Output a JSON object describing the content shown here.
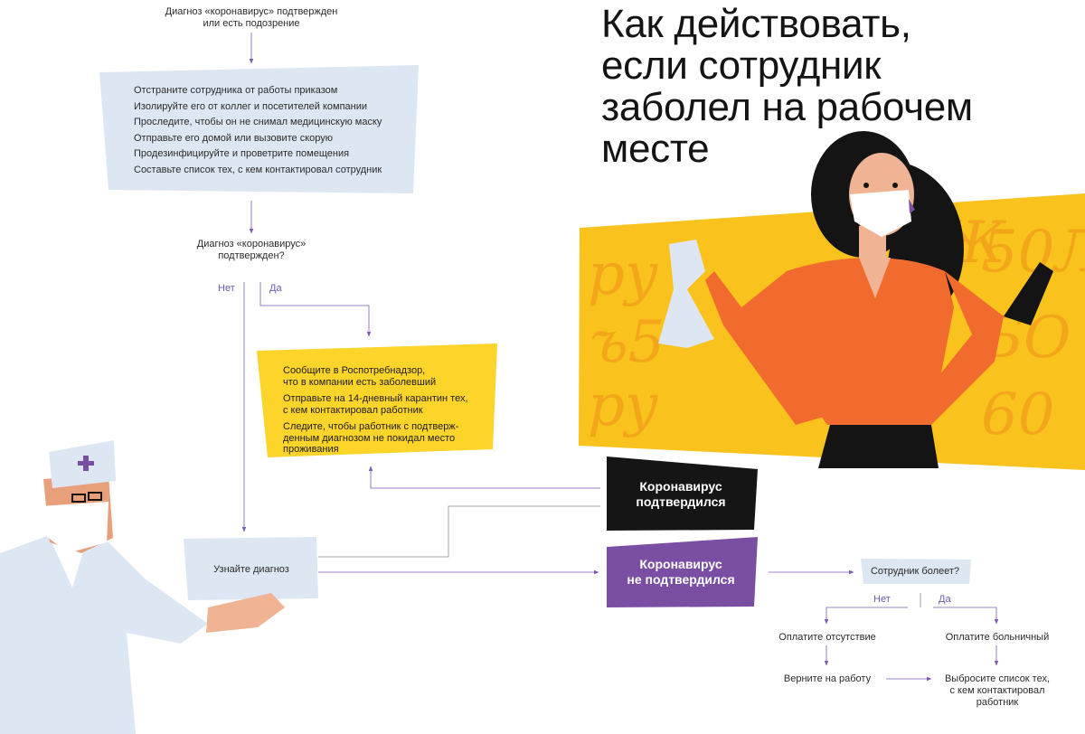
{
  "title": "Как действовать, если сотрудник заболел на рабочем месте",
  "title_lines": [
    "Как действовать,",
    "если сотрудник",
    "заболел на рабочем",
    "месте"
  ],
  "top_label": [
    "Диагноз «коронавирус» подтвержден",
    "или есть подозрение"
  ],
  "steps_box": [
    "Отстраните сотрудника от работы приказом",
    "Изолируйте его от коллег и посетителей компании",
    "Проследите, чтобы он не снимал медицинскую маску",
    "Отправьте его домой или вызовите скорую",
    "Продезинфицируйте и проветрите помещения",
    "Составьте список тех, с кем контактировал сотрудник"
  ],
  "question1": [
    "Диагноз «коронавирус»",
    "подтвержден?"
  ],
  "no_label": "Нет",
  "yes_label": "Да",
  "confirmed_box": [
    [
      "Сообщите в Роспотребнадзор,",
      "что в компании есть заболевший"
    ],
    [
      "Отправьте на 14-дневный карантин тех,",
      "с кем контактировал работник"
    ],
    [
      "Следите, чтобы работник с подтверж-",
      "денным диагнозом не покидал место",
      "проживания"
    ]
  ],
  "find_diagnosis": "Узнайте диагноз",
  "confirmed_label": [
    "Коронавирус",
    "подтвердился"
  ],
  "not_confirmed_label": [
    "Коронавирус",
    "не подтвердился"
  ],
  "question2": "Сотрудник болеет?",
  "no2_label": "Нет",
  "yes2_label": "Да",
  "pay_absence": "Оплатите отсутствие",
  "pay_sick": "Оплатите больничный",
  "return_work": "Верните на работу",
  "discard_list": [
    "Выбросите список тех,",
    "с кем контактировал",
    "работник"
  ],
  "colors": {
    "blue_box": "#dde7f3",
    "yellow_box": "#fcd42a",
    "black_box": "#151515",
    "purple_box": "#7a4fa3",
    "arrow": "#7a5bb0",
    "banner_yellow": "#f9c21c",
    "orange": "#f26b2e"
  }
}
